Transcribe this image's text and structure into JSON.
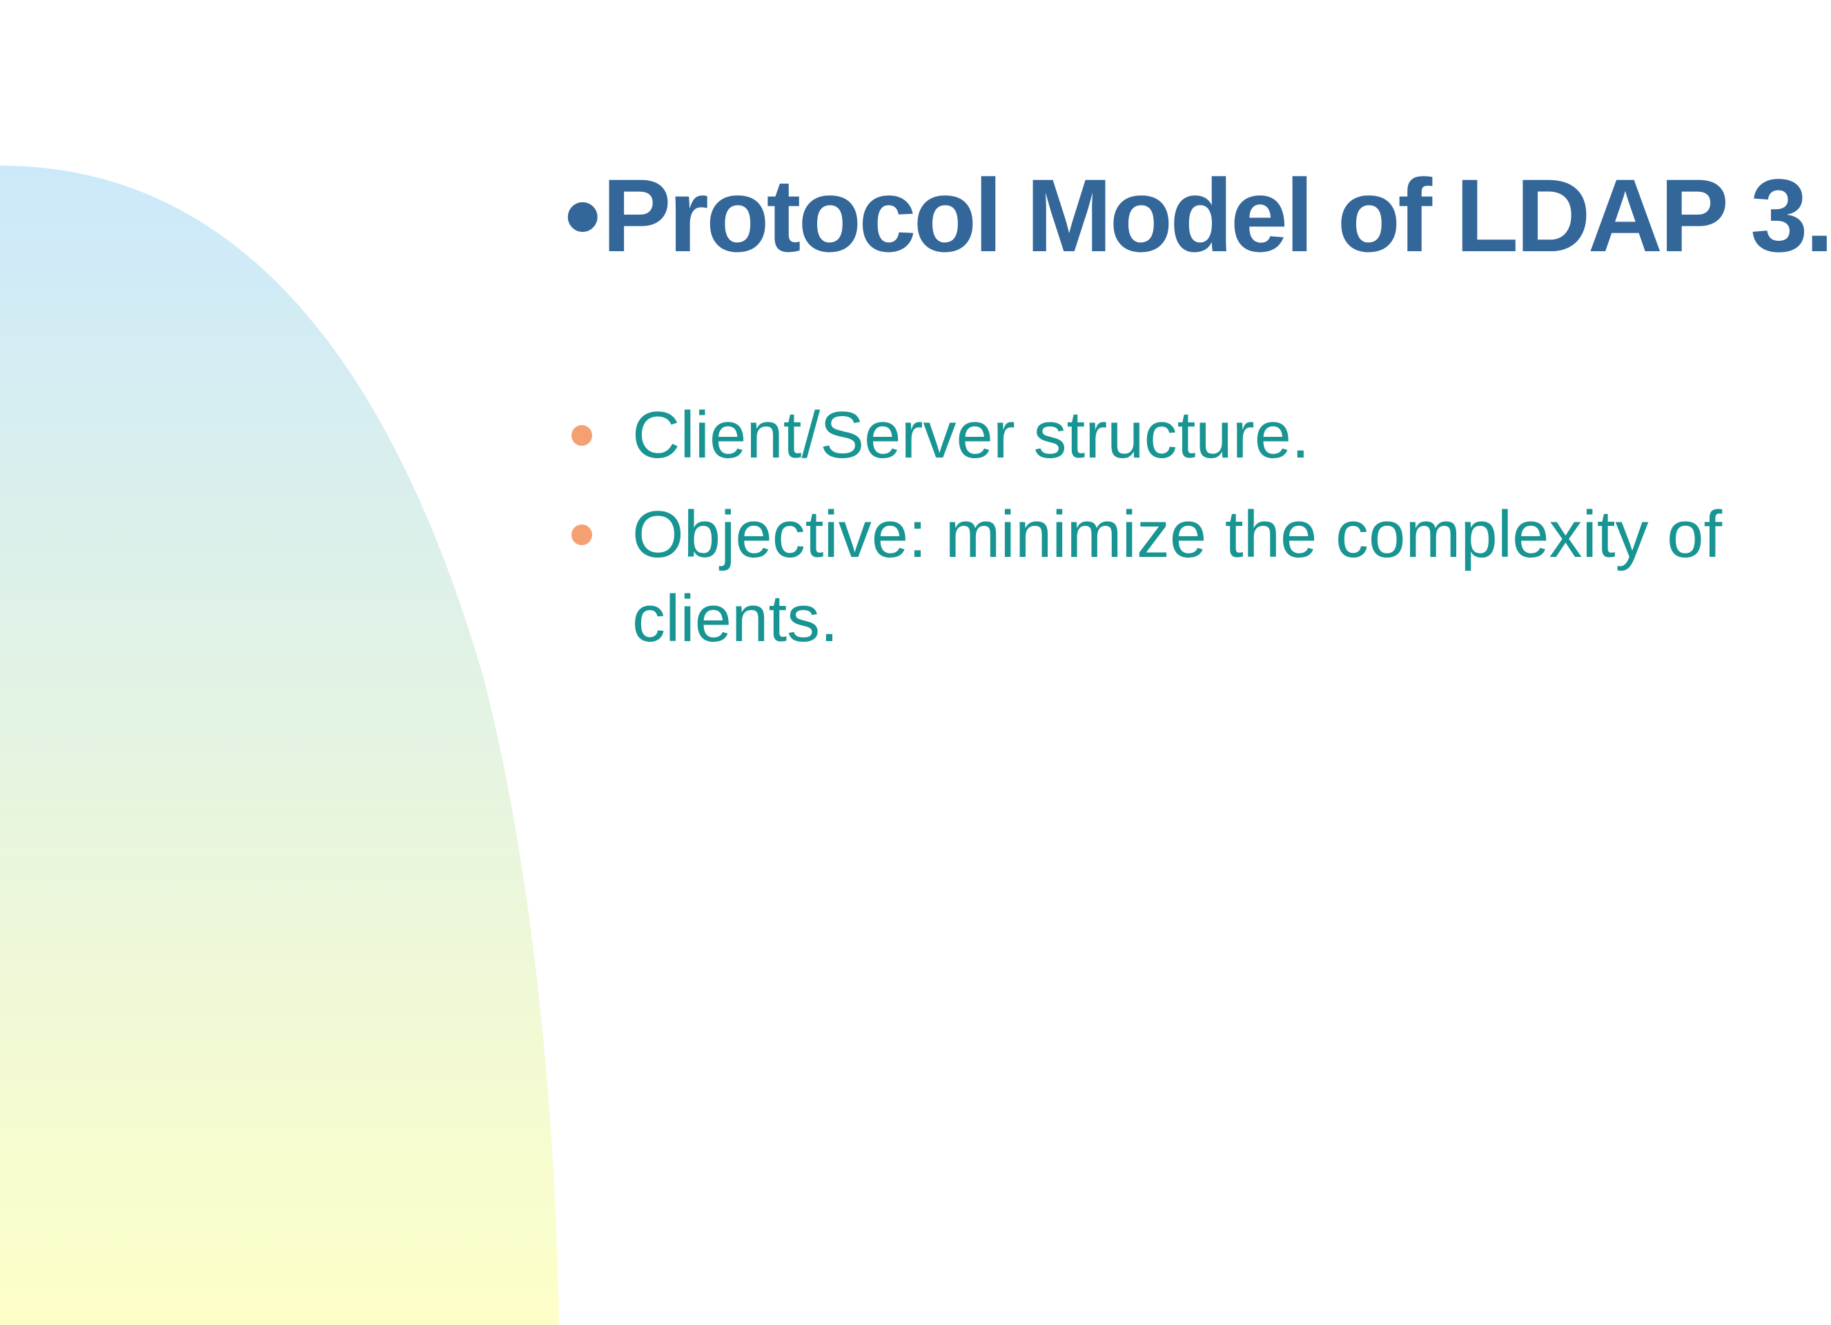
{
  "slide": {
    "title_bullet": "•",
    "title": "Protocol Model of LDAP 3.",
    "bullets": [
      {
        "text": "Client/Server structure."
      },
      {
        "text": "Objective: minimize the complexity of clients."
      }
    ]
  },
  "colors": {
    "title": "#336699",
    "body_text": "#189593",
    "bullet_dot": "#F4A073",
    "arc_gradient_top": "#CCE9FB",
    "arc_gradient_bottom": "#FEFFC8",
    "background": "#FFFFFF"
  }
}
